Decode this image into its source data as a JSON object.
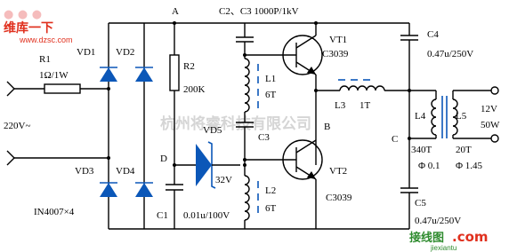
{
  "watermark": {
    "top_left_line1": "维库一下",
    "top_left_url": "www.dzsc.com",
    "center": "杭州将睿科技有限公司",
    "bottom_right": "接线图",
    "bottom_right_suffix": ".com",
    "bottom_right_url": "jiexiantu"
  },
  "labels": {
    "node_a": "A",
    "node_b": "B",
    "node_c": "C",
    "node_d": "D",
    "c2c3_title": "C2、C3  1000P/1kV",
    "r1": "R1",
    "r1_val": "1Ω/1W",
    "vd1": "VD1",
    "vd2": "VD2",
    "vd3": "VD3",
    "vd4": "VD4",
    "vd_type": "IN4007×4",
    "mains": "220V~",
    "r2": "R2",
    "r2_val": "200K",
    "vd5": "VD5",
    "vd5_val": "32V",
    "c1": "C1",
    "c1_val": "0.01u/100V",
    "l1": "L1",
    "l1_val": "6T",
    "l2": "L2",
    "l2_val": "6T",
    "c3": "C3",
    "vt1": "VT1",
    "vt1_type": "C3039",
    "vt2": "VT2",
    "vt2_type": "C3039",
    "l3": "L3",
    "l3_val": "1T",
    "c4": "C4",
    "c4_val": "0.47u/250V",
    "c5": "C5",
    "c5_val": "0.47u/250V",
    "l4": "L4",
    "l5": "L5",
    "l4_turns": "340T",
    "l4_wire": "Φ 0.1",
    "l5_turns": "20T",
    "l5_wire": "Φ 1.45",
    "out_v": "12V",
    "out_w": "50W"
  },
  "colors": {
    "wire": "#000000",
    "component_blue": "#0b57b8",
    "watermark_red": "#e0301e",
    "watermark_gray": "#c8c8c8",
    "watermark_green": "#2e8b2e"
  }
}
